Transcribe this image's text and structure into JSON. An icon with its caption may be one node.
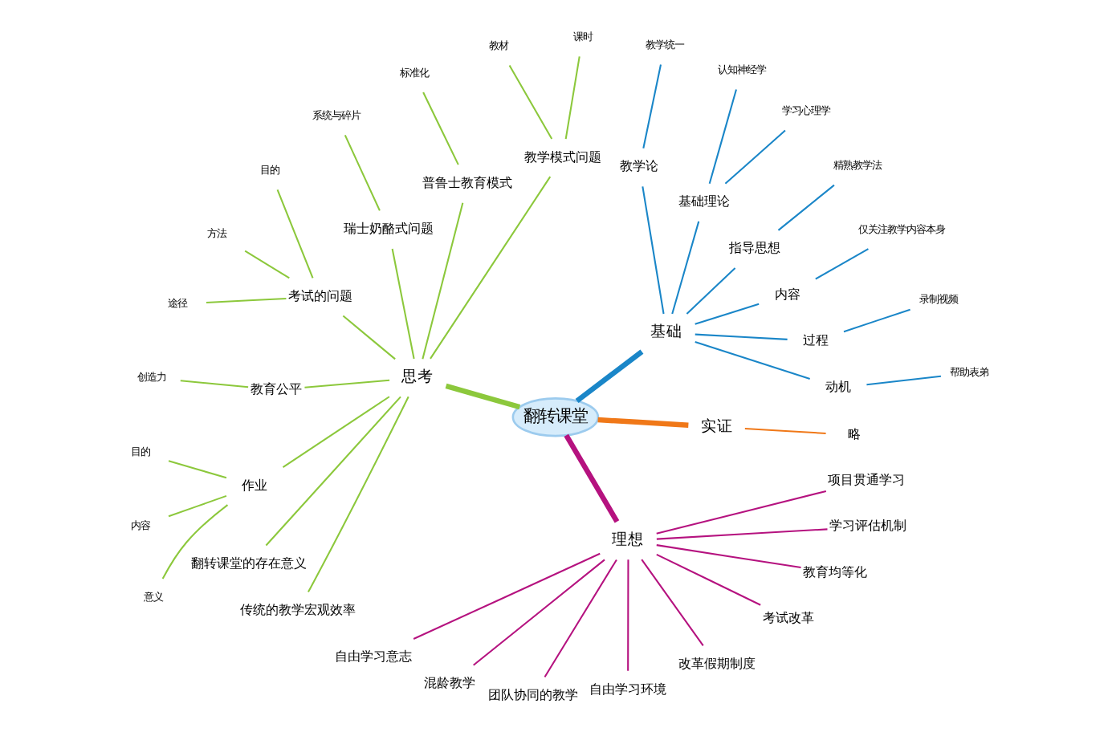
{
  "diagram": {
    "nodes": [
      {
        "text": [
          "翻转课堂"
        ]
      },
      {
        "text": [
          "基础"
        ]
      },
      {
        "text": [
          "动机"
        ]
      },
      {
        "text": [
          "帮助表弟"
        ]
      },
      {
        "text": [
          "过程"
        ]
      },
      {
        "text": [
          "录制视频"
        ]
      },
      {
        "text": [
          "内容"
        ]
      },
      {
        "text": [
          "仅关注教学内容本身"
        ]
      },
      {
        "text": [
          "指导思想"
        ]
      },
      {
        "text": [
          "精熟教学法"
        ]
      },
      {
        "text": [
          "基础理论"
        ]
      },
      {
        "text": [
          "学习心理学"
        ]
      },
      {
        "text": [
          "认知神经学"
        ]
      },
      {
        "text": [
          "教学论"
        ]
      },
      {
        "text": [
          "教学统一"
        ]
      },
      {
        "text": [
          "思考"
        ]
      },
      {
        "text": [
          "教学模式问题"
        ]
      },
      {
        "text": [
          "课时"
        ]
      },
      {
        "text": [
          "教材"
        ]
      },
      {
        "text": [
          "普鲁士教育模式"
        ]
      },
      {
        "text": [
          "标准化"
        ]
      },
      {
        "text": [
          "瑞士奶酪式问题"
        ]
      },
      {
        "text": [
          "系统与碎片"
        ]
      },
      {
        "text": [
          "考试的问题"
        ]
      },
      {
        "text": [
          "目的"
        ]
      },
      {
        "text": [
          "方法"
        ]
      },
      {
        "text": [
          "途径"
        ]
      },
      {
        "text": [
          "教育公平"
        ]
      },
      {
        "text": [
          "创造力"
        ]
      },
      {
        "text": [
          "作业"
        ]
      },
      {
        "text": [
          "目的"
        ]
      },
      {
        "text": [
          "内容"
        ]
      },
      {
        "text": [
          "意义"
        ]
      },
      {
        "text": [
          "翻转课堂的存在意义"
        ]
      },
      {
        "text": [
          "传统的教学宏观效率"
        ]
      },
      {
        "text": [
          "理想"
        ]
      },
      {
        "text": [
          "自由学习意志"
        ]
      },
      {
        "text": [
          "混龄教学"
        ]
      },
      {
        "text": [
          "团队协同的教学"
        ]
      },
      {
        "text": [
          "自由学习环境"
        ]
      },
      {
        "text": [
          "改革假期制度"
        ]
      },
      {
        "text": [
          "考试改革"
        ]
      },
      {
        "text": [
          "教育均等化"
        ]
      },
      {
        "text": [
          "学习评估机制"
        ]
      },
      {
        "text": [
          "项目贯通学习"
        ]
      },
      {
        "text": [
          "实证"
        ]
      },
      {
        "text": [
          "略"
        ]
      }
    ],
    "edges": [
      {
        "from": 0,
        "to": 1,
        "arrow": "none",
        "style": "thick",
        "color": "#1a86c8"
      },
      {
        "from": 1,
        "to": 2,
        "arrow": "none",
        "color": "#1a86c8"
      },
      {
        "from": 2,
        "to": 3,
        "arrow": "none",
        "color": "#1a86c8"
      },
      {
        "from": 1,
        "to": 4,
        "arrow": "none",
        "color": "#1a86c8"
      },
      {
        "from": 4,
        "to": 5,
        "arrow": "none",
        "color": "#1a86c8"
      },
      {
        "from": 1,
        "to": 6,
        "arrow": "none",
        "color": "#1a86c8"
      },
      {
        "from": 6,
        "to": 7,
        "arrow": "none",
        "color": "#1a86c8"
      },
      {
        "from": 1,
        "to": 8,
        "arrow": "none",
        "color": "#1a86c8"
      },
      {
        "from": 8,
        "to": 9,
        "arrow": "none",
        "color": "#1a86c8"
      },
      {
        "from": 1,
        "to": 10,
        "arrow": "none",
        "color": "#1a86c8"
      },
      {
        "from": 10,
        "to": 11,
        "arrow": "none",
        "color": "#1a86c8"
      },
      {
        "from": 10,
        "to": 12,
        "arrow": "none",
        "color": "#1a86c8"
      },
      {
        "from": 1,
        "to": 13,
        "arrow": "none",
        "color": "#1a86c8"
      },
      {
        "from": 13,
        "to": 14,
        "arrow": "none",
        "color": "#1a86c8"
      },
      {
        "from": 0,
        "to": 15,
        "arrow": "none",
        "style": "thick"
      },
      {
        "from": 15,
        "to": 16,
        "arrow": "none"
      },
      {
        "from": 16,
        "to": 17,
        "arrow": "none"
      },
      {
        "from": 16,
        "to": 18,
        "arrow": "none"
      },
      {
        "from": 15,
        "to": 19,
        "arrow": "none"
      },
      {
        "from": 19,
        "to": 20,
        "arrow": "none"
      },
      {
        "from": 15,
        "to": 21,
        "arrow": "none"
      },
      {
        "from": 21,
        "to": 22,
        "arrow": "none"
      },
      {
        "from": 15,
        "to": 23,
        "arrow": "none"
      },
      {
        "from": 23,
        "to": 24,
        "arrow": "none"
      },
      {
        "from": 23,
        "to": 25,
        "arrow": "none"
      },
      {
        "from": 23,
        "to": 26,
        "arrow": "none"
      },
      {
        "from": 15,
        "to": 27,
        "arrow": "none"
      },
      {
        "from": 27,
        "to": 28,
        "arrow": "none"
      },
      {
        "from": 15,
        "to": 29,
        "arrow": "none"
      },
      {
        "from": 29,
        "to": 30,
        "arrow": "none"
      },
      {
        "from": 29,
        "to": 31,
        "arrow": "none"
      },
      {
        "from": 29,
        "to": 32,
        "arrow": "none"
      },
      {
        "from": 15,
        "to": 33,
        "arrow": "none"
      },
      {
        "from": 15,
        "to": 34,
        "arrow": "none"
      },
      {
        "from": 0,
        "to": 35,
        "arrow": "none",
        "style": "thick",
        "color": "#b5127f"
      },
      {
        "from": 35,
        "to": 36,
        "arrow": "none",
        "color": "#b5127f"
      },
      {
        "from": 35,
        "to": 37,
        "arrow": "none",
        "color": "#b5127f"
      },
      {
        "from": 35,
        "to": 38,
        "arrow": "none",
        "color": "#b5127f"
      },
      {
        "from": 35,
        "to": 39,
        "arrow": "none",
        "color": "#b5127f"
      },
      {
        "from": 35,
        "to": 40,
        "arrow": "none",
        "color": "#b5127f"
      },
      {
        "from": 35,
        "to": 41,
        "arrow": "none",
        "color": "#b5127f"
      },
      {
        "from": 35,
        "to": 42,
        "arrow": "none",
        "color": "#b5127f"
      },
      {
        "from": 35,
        "to": 43,
        "arrow": "none",
        "color": "#b5127f"
      },
      {
        "from": 35,
        "to": 44,
        "arrow": "none",
        "color": "#b5127f"
      },
      {
        "from": 0,
        "to": 45,
        "arrow": "none",
        "style": "thick",
        "color": "#f07818"
      },
      {
        "from": 45,
        "to": 46,
        "arrow": "none",
        "color": "#f07818"
      }
    ]
  }
}
